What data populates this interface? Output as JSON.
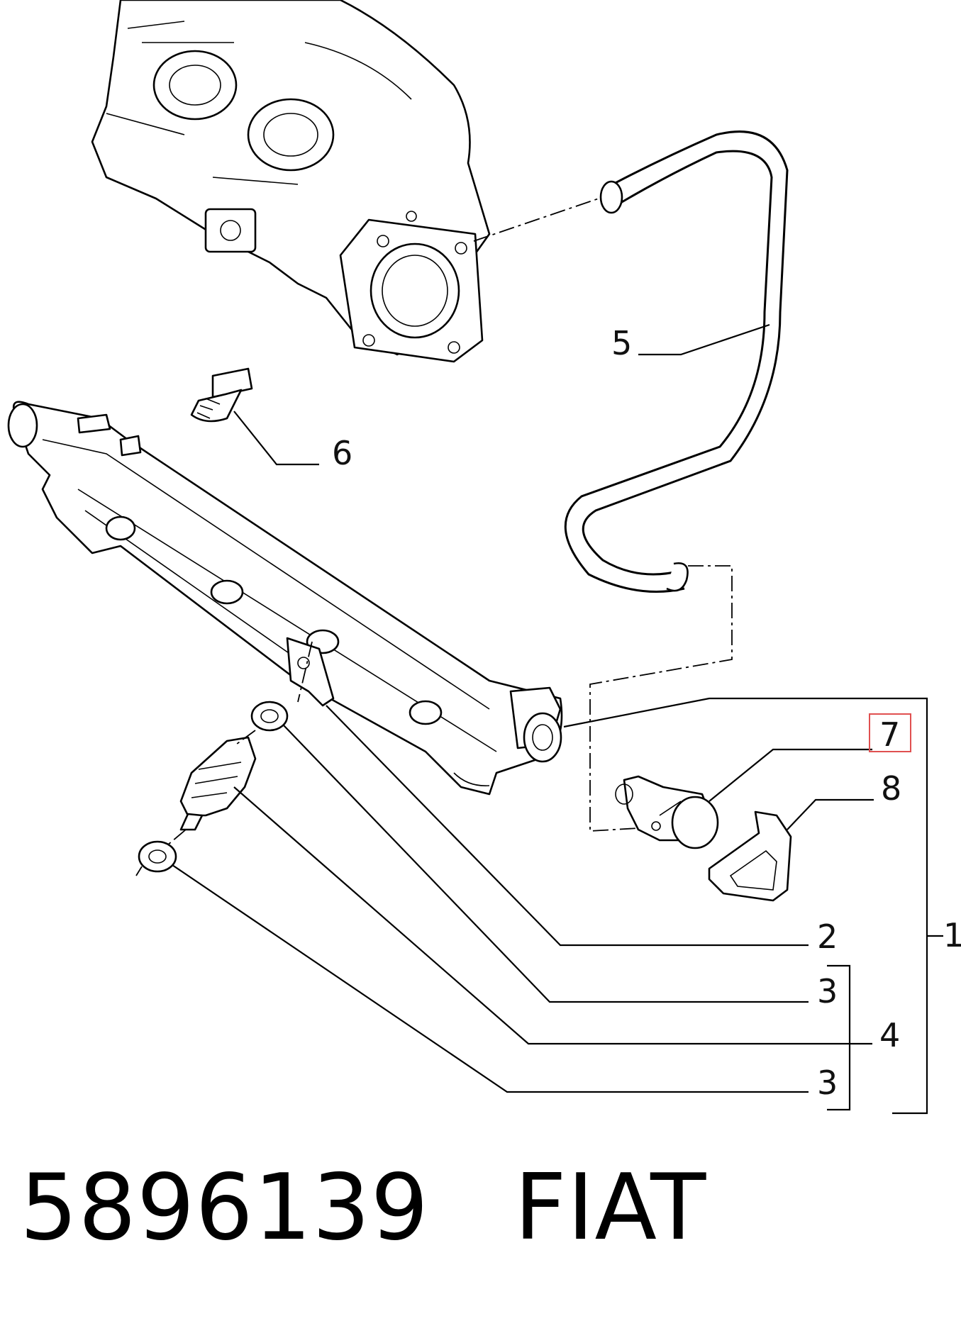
{
  "diagram": {
    "callouts": {
      "c1": "1",
      "c2": "2",
      "c3a": "3",
      "c3b": "3",
      "c4": "4",
      "c5": "5",
      "c6": "6",
      "c7": "7",
      "c8": "8"
    },
    "highlight_color": "#e05050"
  },
  "caption": {
    "part_number": "5896139",
    "brand": "FIAT"
  }
}
